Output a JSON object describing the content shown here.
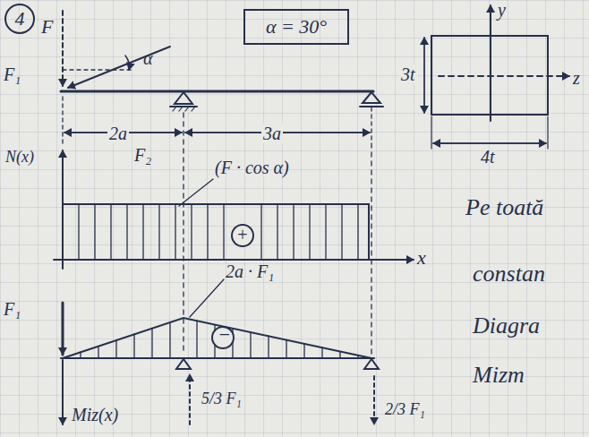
{
  "diagram": {
    "nodes": [
      {
        "text": [
          "4"
        ]
      },
      {
        "text": [
          "α = 30°"
        ]
      }
    ],
    "labels": [
      "F",
      "F₁",
      "α",
      "2a",
      "3a",
      "F₂",
      "N(x)",
      "(F · cos α)",
      "+",
      "x",
      "F₁",
      "2a · F₁",
      "−",
      "Miz(x)",
      "5/3 F₁",
      "2/3 F₁",
      "y",
      "z",
      "3t",
      "4t",
      "Pe toată",
      "constan",
      "Diagra",
      "Mizm"
    ]
  }
}
